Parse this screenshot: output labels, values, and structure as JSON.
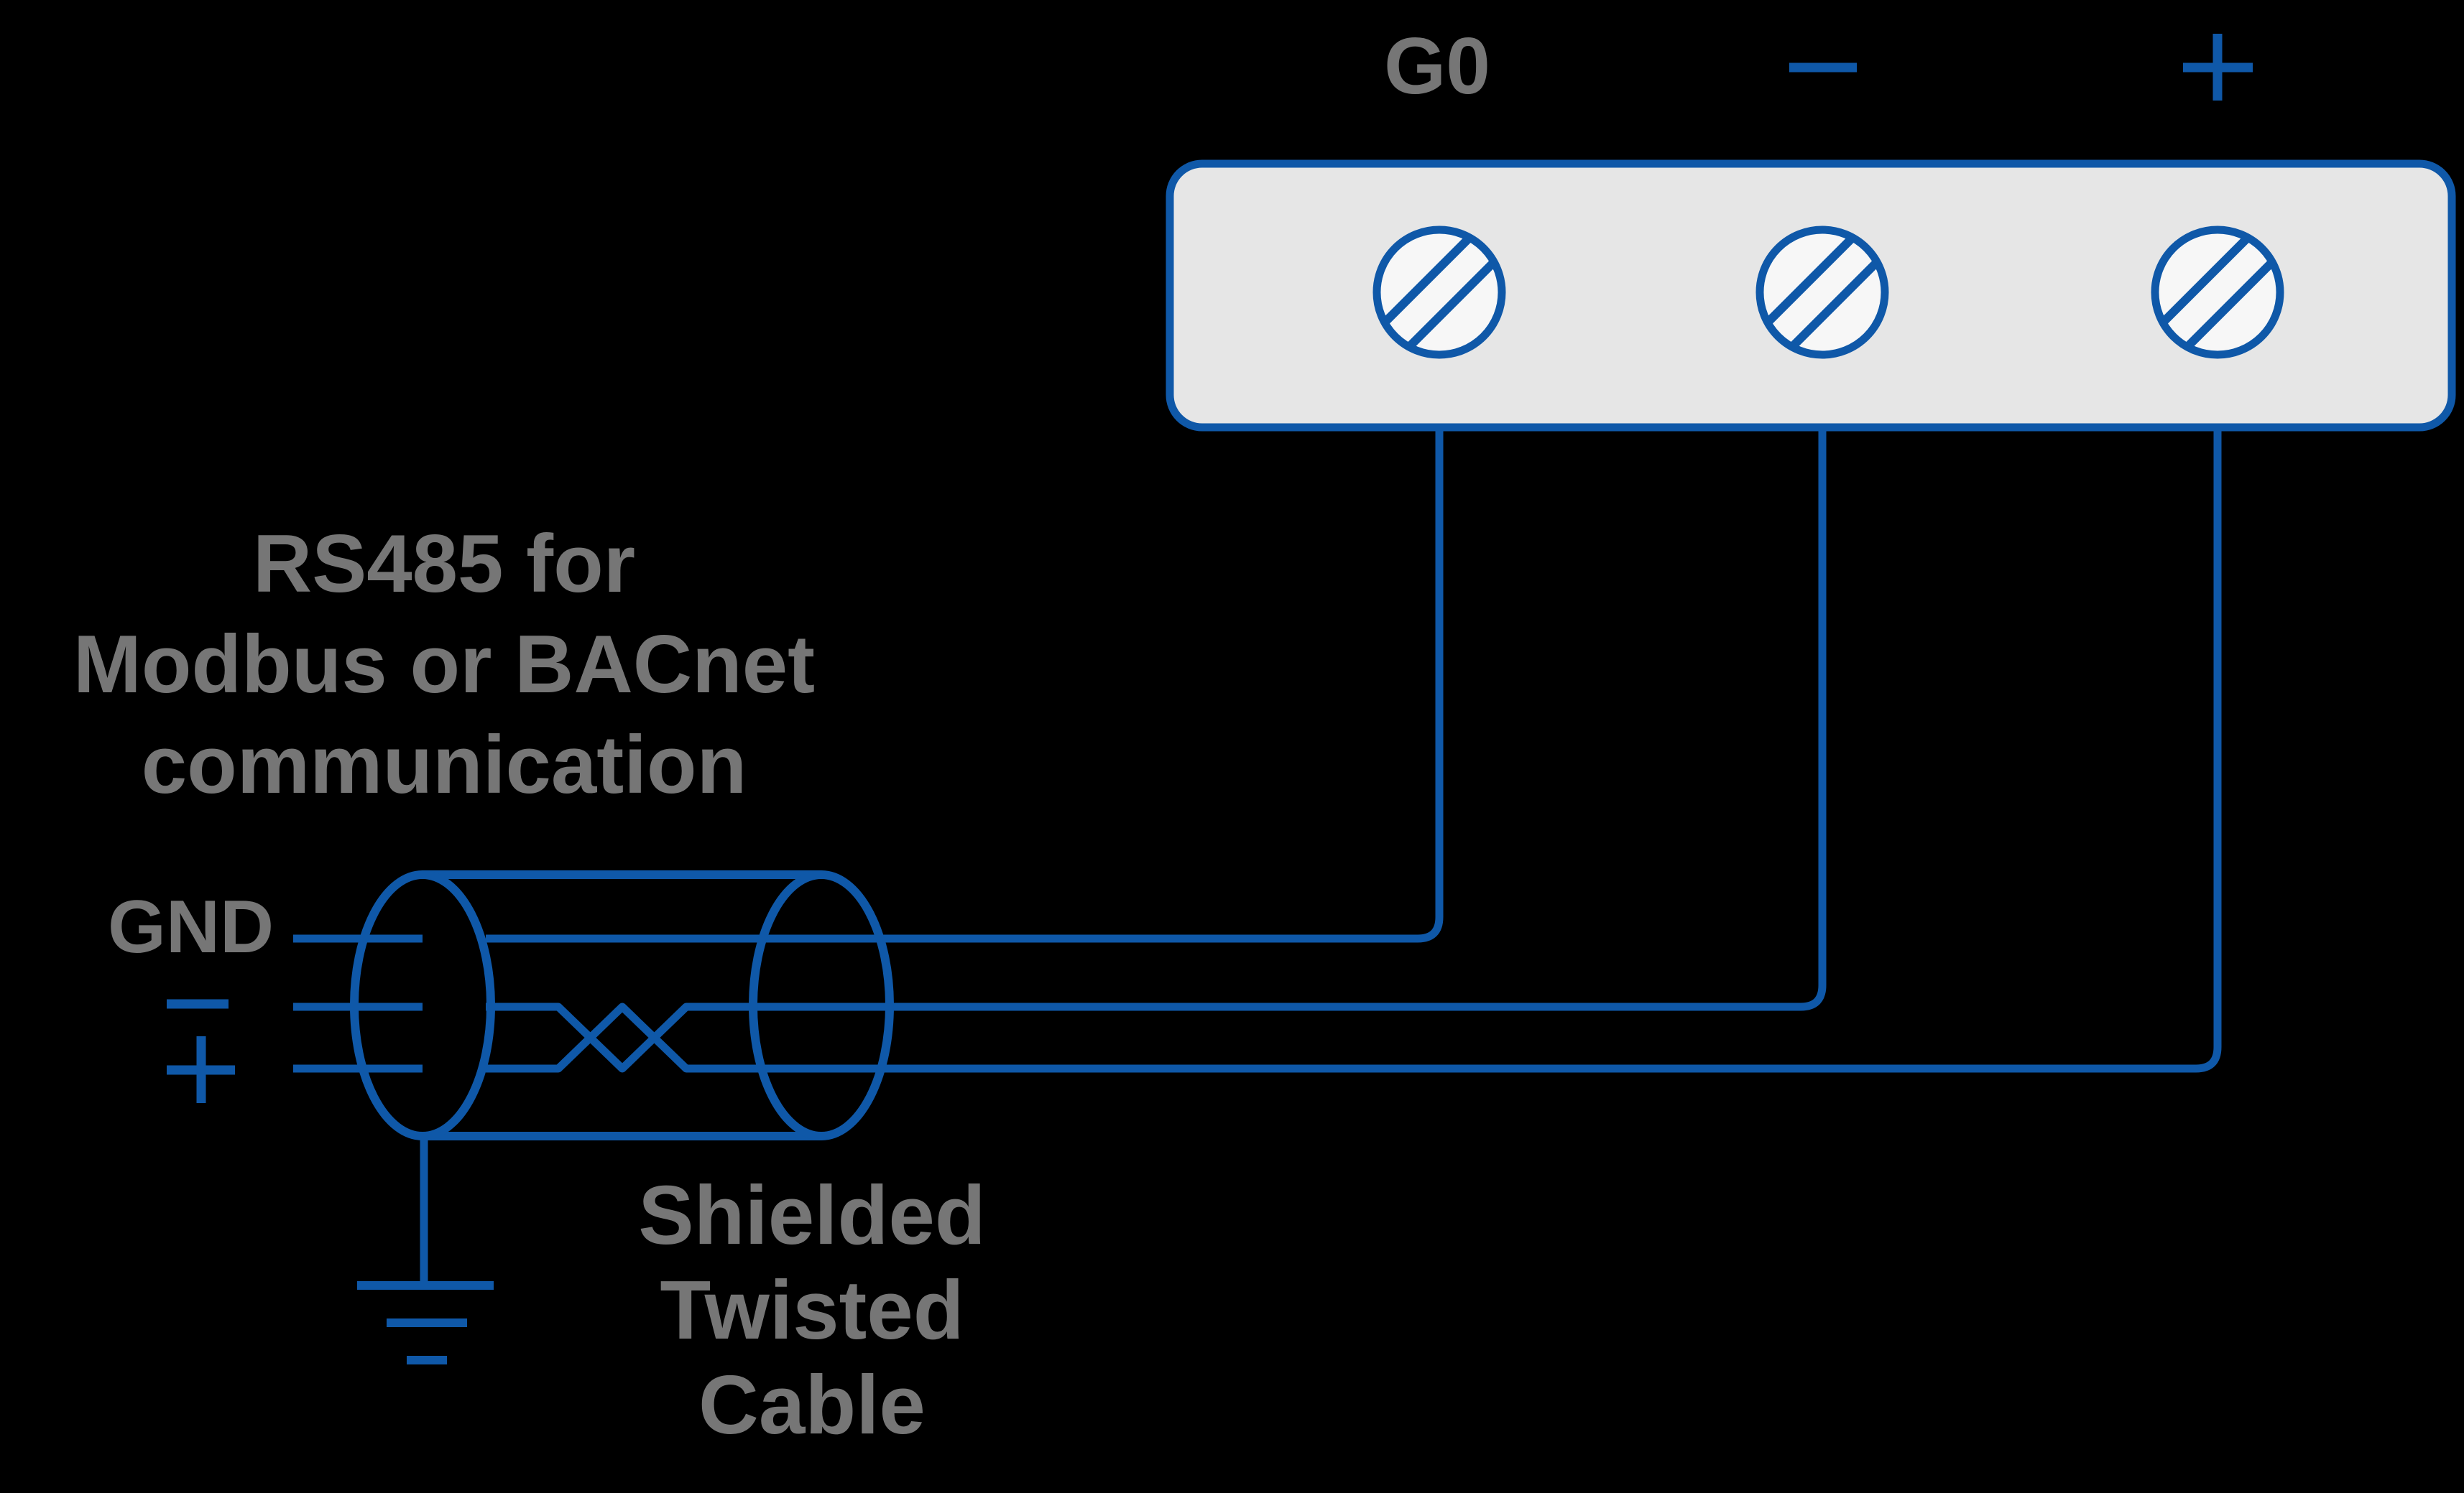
{
  "palette": {
    "blue": "#0f58a8",
    "gray": "#767676",
    "block_fill": "#e6e6e6",
    "screw_fill": "#f7f7f7",
    "background": "#000000"
  },
  "heading": {
    "line1": "RS485 for",
    "line2": "Modbus or BACnet",
    "line3": "communication"
  },
  "terminal_block": {
    "label_g0": "G0",
    "label_minus": "−",
    "label_plus": "+",
    "screw_count": "3"
  },
  "cable": {
    "label_gnd": "GND",
    "label_minus": "−",
    "label_plus": "+",
    "caption_line1": "Shielded",
    "caption_line2": "Twisted",
    "caption_line3": "Cable"
  },
  "icons": {
    "screw": "screw-head-icon",
    "ground": "earth-ground-icon",
    "minus": "minus-icon",
    "plus": "plus-icon"
  }
}
